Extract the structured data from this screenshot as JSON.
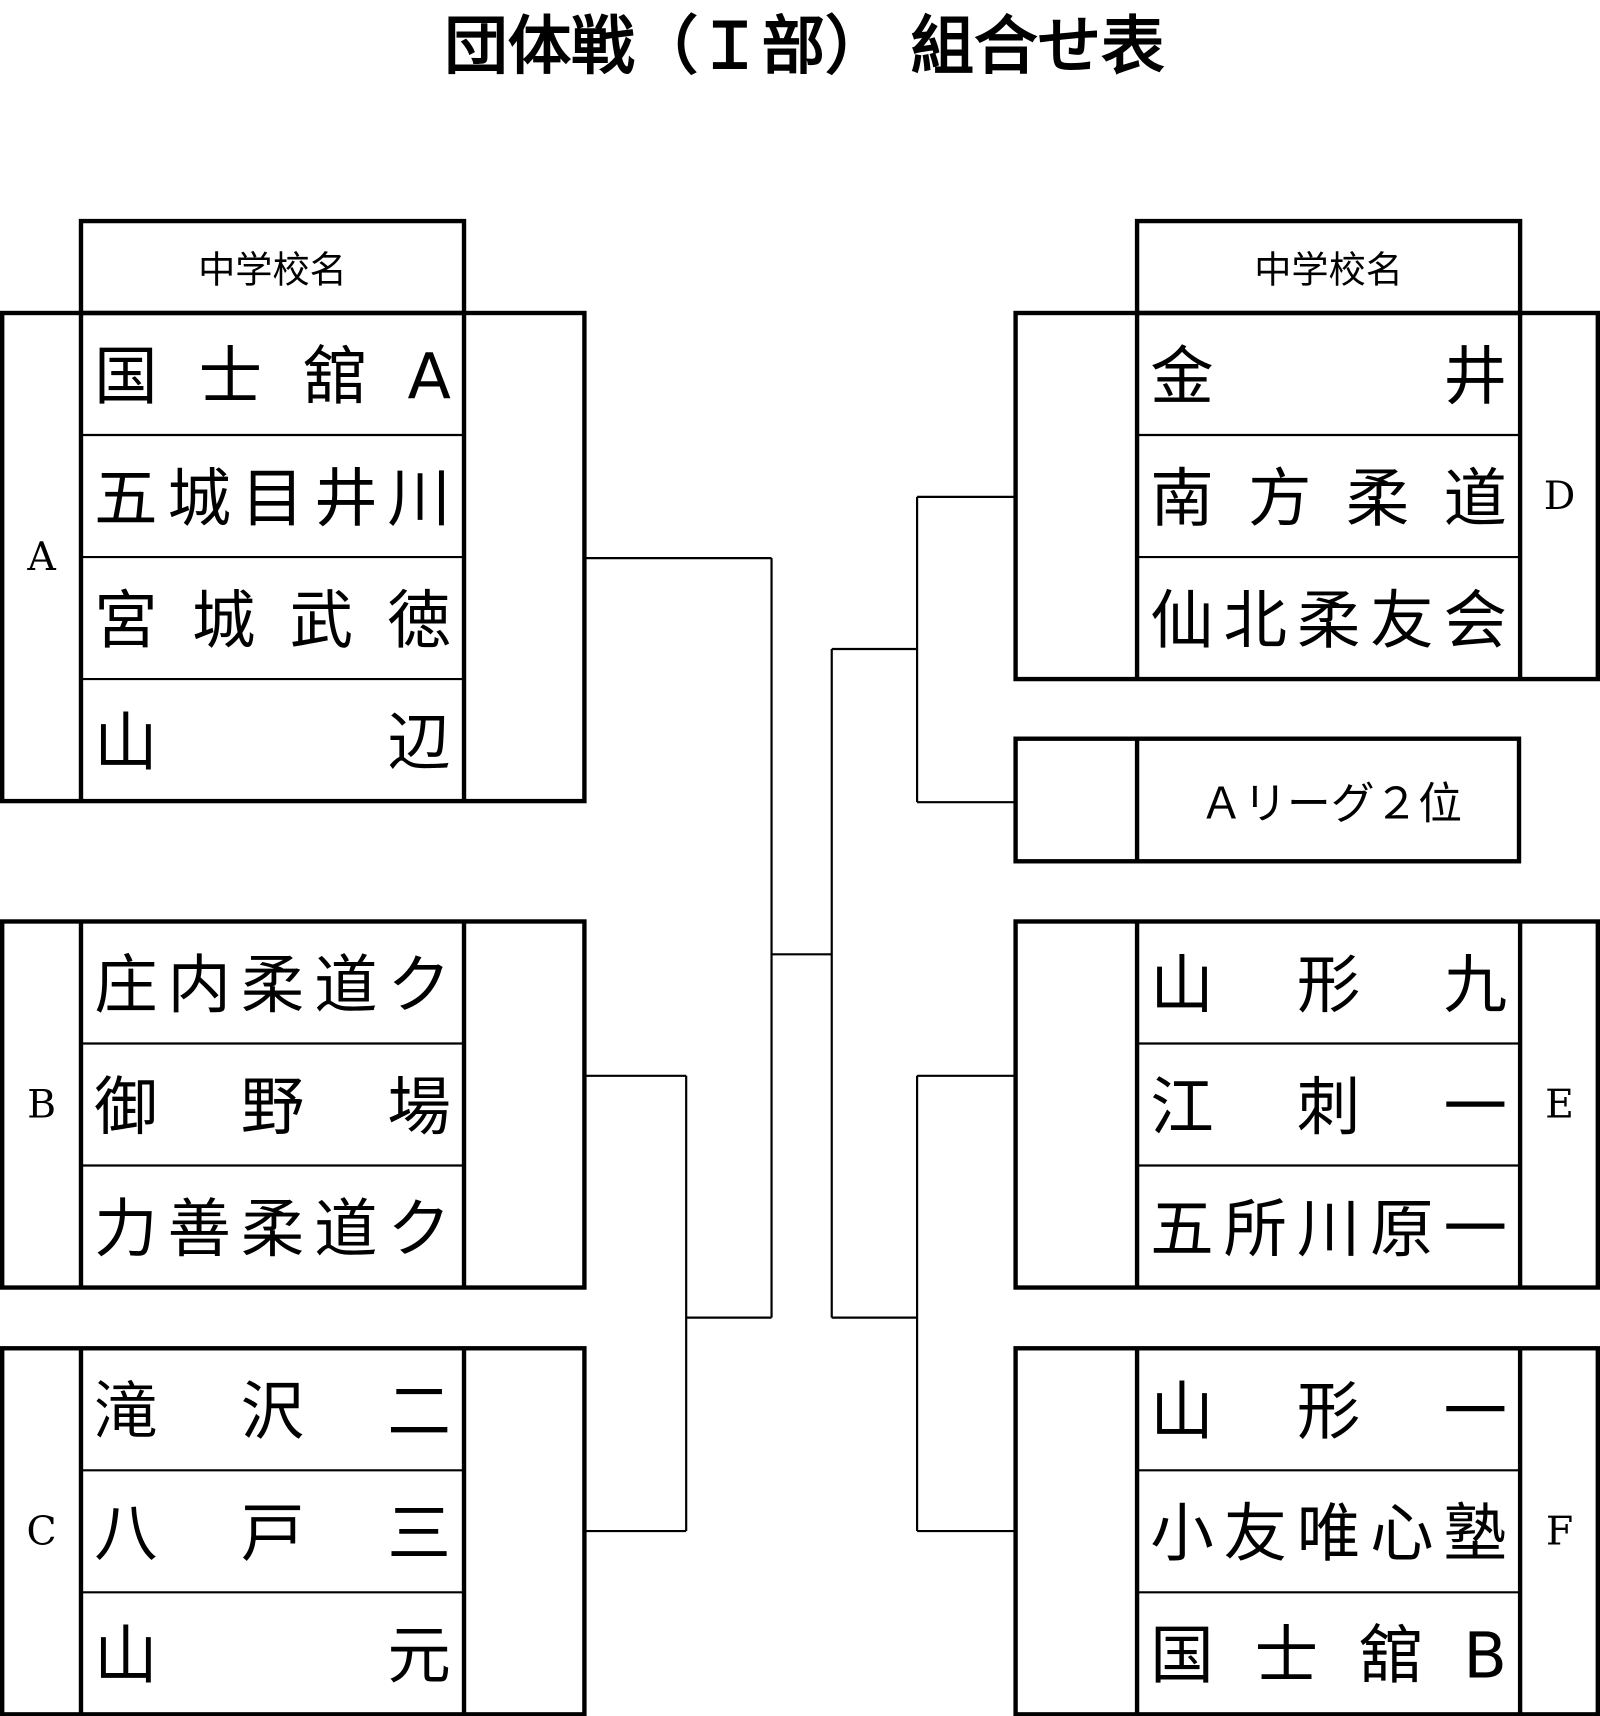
{
  "title": "団体戦（Ｉ部） 組合せ表",
  "header_label": "中学校名",
  "groups": {
    "A": {
      "label": "A",
      "schools": [
        "国士舘A",
        "五城目井川",
        "宮城武徳",
        "山辺"
      ]
    },
    "B": {
      "label": "B",
      "schools": [
        "庄内柔道ク",
        "御野場",
        "力善柔道ク"
      ]
    },
    "C": {
      "label": "C",
      "schools": [
        "滝沢二",
        "八戸三",
        "山元"
      ]
    },
    "D": {
      "label": "D",
      "schools": [
        "金井",
        "南方柔道",
        "仙北柔友会"
      ]
    },
    "E": {
      "label": "E",
      "schools": [
        "山形九",
        "江刺一",
        "五所川原一"
      ]
    },
    "F": {
      "label": "F",
      "schools": [
        "山形一",
        "小友唯心塾",
        "国士舘B"
      ]
    }
  },
  "league_slot": "Ａリーグ２位"
}
